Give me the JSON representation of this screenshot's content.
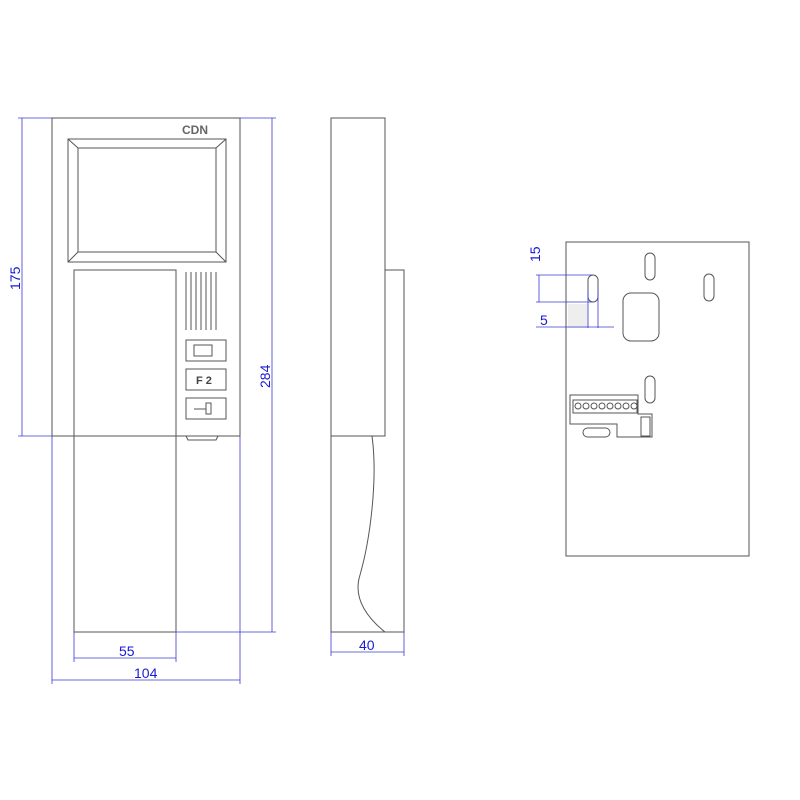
{
  "logo": "CDN",
  "button_f2_label": "F 2",
  "dimensions": {
    "front_upper_height": "175",
    "total_height": "284",
    "handset_width": "55",
    "total_width": "104",
    "depth": "40",
    "slot_length": "15",
    "slot_width": "5"
  },
  "colors": {
    "outline": "#555555",
    "dimension": "#1a1ad0"
  }
}
